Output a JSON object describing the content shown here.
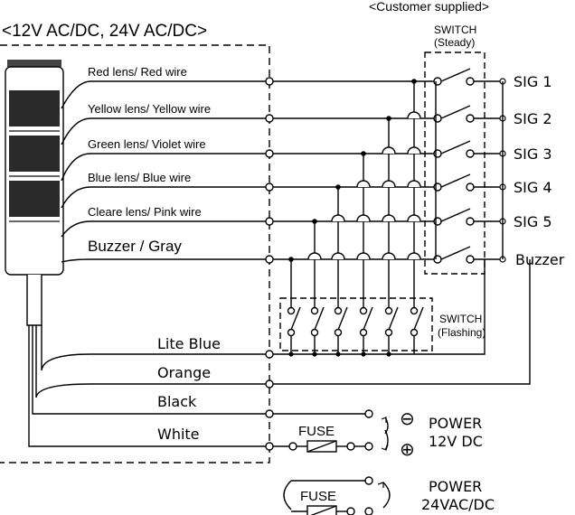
{
  "header": {
    "voltage_title": "<12V AC/DC, 24V AC/DC>",
    "customer_title": "<Customer supplied>"
  },
  "switch_steady": {
    "line1": "SWITCH",
    "line2": "(Steady)"
  },
  "switch_flashing": {
    "line1": "SWITCH",
    "line2": "(Flashing)"
  },
  "wires": [
    {
      "label": "Red lens/ Red wire"
    },
    {
      "label": "Yellow lens/ Yellow wire"
    },
    {
      "label": "Green lens/ Violet wire"
    },
    {
      "label": "Blue lens/ Blue wire"
    },
    {
      "label": "Cleare lens/ Pink wire"
    },
    {
      "label": "Buzzer / Gray"
    },
    {
      "label": "Lite Blue"
    },
    {
      "label": "Orange"
    },
    {
      "label": "Black"
    },
    {
      "label": "White"
    }
  ],
  "signals": [
    "SIG  1",
    "SIG  2",
    "SIG  3",
    "SIG  4",
    "SIG  5",
    "Buzzer"
  ],
  "power_dc": {
    "fuse": "FUSE",
    "line1": "POWER",
    "line2": "12V  DC",
    "minus": "⊖",
    "plus": "⊕"
  },
  "power_ac": {
    "fuse": "FUSE",
    "line1": "POWER",
    "line2": "24VAC/DC"
  },
  "colors": {
    "line": "#000000",
    "background": "#ffffff",
    "lens_dark": "#2a2a2a"
  }
}
